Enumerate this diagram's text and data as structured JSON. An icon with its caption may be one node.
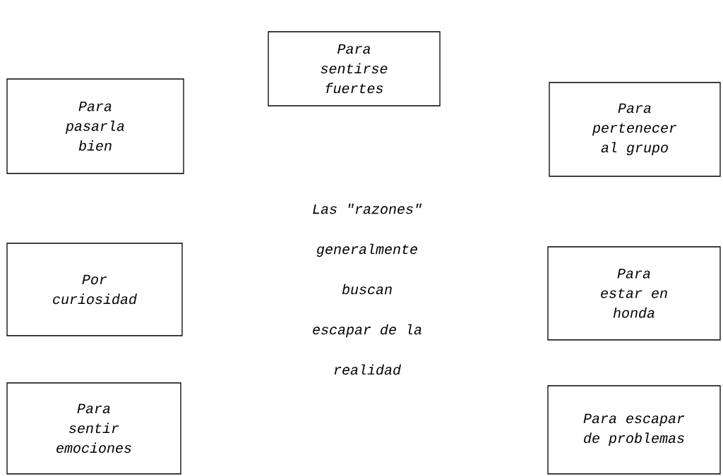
{
  "diagram": {
    "nodes": [
      {
        "text": [
          "Para sentirse fuertes"
        ]
      },
      {
        "text": [
          "Para pasarla bien"
        ]
      },
      {
        "text": [
          "Para pertenecer al grupo"
        ]
      },
      {
        "text": [
          "Por curiosidad"
        ]
      },
      {
        "text": [
          "Para estar en honda"
        ]
      },
      {
        "text": [
          "Para sentir emociones"
        ]
      },
      {
        "text": [
          "Para escapar de problemas"
        ]
      }
    ],
    "labels": [
      "Las \"razones\" generalmente buscan escapar de la realidad"
    ]
  }
}
